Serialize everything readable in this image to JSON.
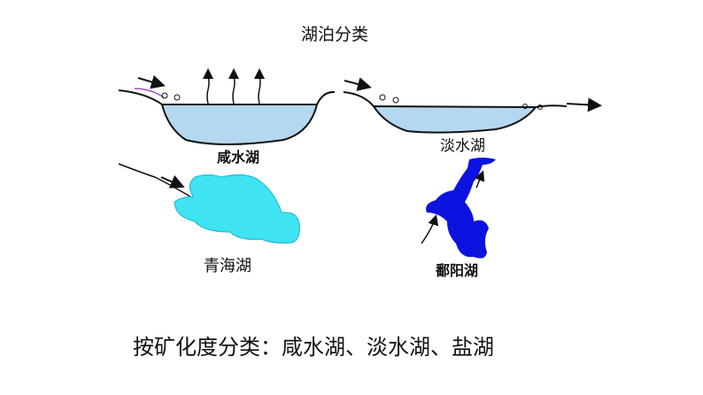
{
  "title": "湖泊分类",
  "labels": {
    "salt_lake": "咸水湖",
    "fresh_lake": "淡水湖",
    "qinghai": "青海湖",
    "poyang": "鄱阳湖"
  },
  "caption": "按矿化度分类：咸水湖、淡水湖、盐湖",
  "colors": {
    "water_light": "#b4d8ef",
    "qinghai": "#3fe3f2",
    "poyang": "#0c12e0"
  }
}
